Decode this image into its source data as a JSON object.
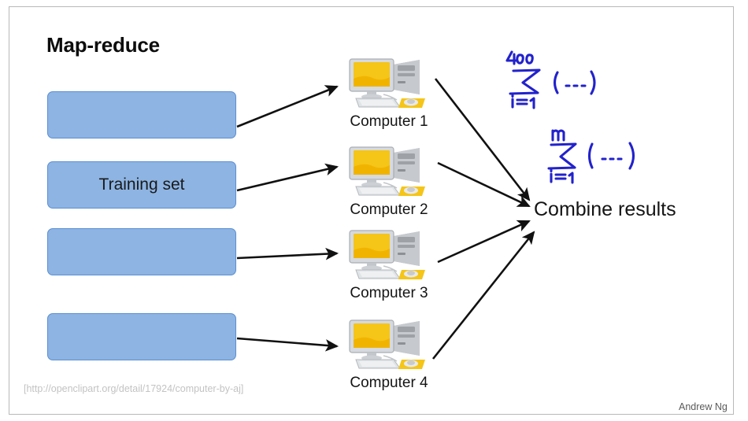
{
  "slide": {
    "title": "Map-reduce",
    "background_color": "#ffffff",
    "frame_border_color": "#b9b9b9"
  },
  "training_set": {
    "block_fill_color": "#8db4e2",
    "block_border_color": "#5b8fd4",
    "blocks": [
      {
        "label": ""
      },
      {
        "label": "Training set"
      },
      {
        "label": ""
      },
      {
        "label": ""
      }
    ]
  },
  "computers": [
    {
      "label": "Computer 1",
      "icon": "desktop-computer-icon"
    },
    {
      "label": "Computer 2",
      "icon": "desktop-computer-icon"
    },
    {
      "label": "Computer 3",
      "icon": "desktop-computer-icon"
    },
    {
      "label": "Computer 4",
      "icon": "desktop-computer-icon"
    }
  ],
  "combine": {
    "label": "Combine results"
  },
  "annotations": {
    "pen_color": "#2222cc",
    "items": [
      {
        "name": "summation-400",
        "upper_limit": "400",
        "symbol": "sum",
        "lower_limit": "i=1",
        "expression": "(...)"
      },
      {
        "name": "summation-m",
        "upper_limit": "m",
        "symbol": "sum",
        "lower_limit": "i=1",
        "expression": "(...)"
      }
    ]
  },
  "footer": {
    "clipart_credit": "[http://openclipart.org/detail/17924/computer-by-aj]",
    "author": "Andrew Ng"
  }
}
